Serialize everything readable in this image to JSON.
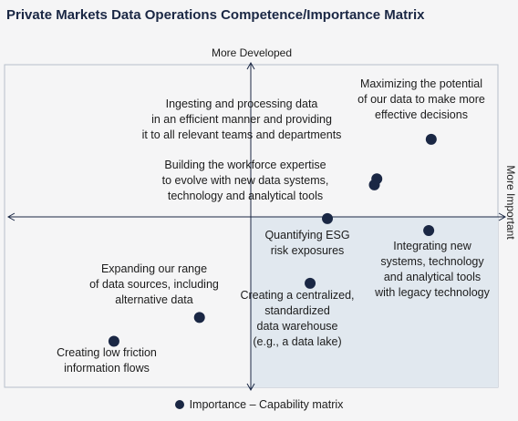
{
  "title": "Private Markets Data Operations Competence/Importance Matrix",
  "chart_data": {
    "type": "scatter",
    "x_axis_label": "More Important",
    "y_axis_label": "More Developed",
    "xlim": [
      -1,
      1
    ],
    "ylim": [
      -1,
      1
    ],
    "legend": {
      "label": "Importance – Capability matrix",
      "position": "bottom"
    },
    "colors": {
      "point": "#1a2744",
      "highlight_quadrant": "#e1e8ef",
      "axis": "#1a2744"
    },
    "points": [
      {
        "label": [
          "Maximizing the potential",
          "of our data to make more",
          "effective decisions"
        ],
        "x": 0.73,
        "y": 0.51
      },
      {
        "label": [
          "Ingesting and processing data",
          "in an efficient manner and providing",
          "it to all relevant teams and departments"
        ],
        "x": 0.51,
        "y": 0.25
      },
      {
        "label": [
          "Building the workforce expertise",
          "to evolve with new data systems,",
          "technology and analytical tools"
        ],
        "x": 0.5,
        "y": 0.21
      },
      {
        "label": [
          "Quantifying ESG",
          "risk exposures"
        ],
        "x": 0.31,
        "y": -0.01
      },
      {
        "label": [
          "Integrating new",
          "systems, technology",
          "and analytical tools",
          "with legacy technology"
        ],
        "x": 0.72,
        "y": -0.08
      },
      {
        "label": [
          "Creating a centralized,",
          "standardized",
          "data warehouse",
          "(e.g., a data lake)"
        ],
        "x": 0.24,
        "y": -0.39
      },
      {
        "label": [
          "Expanding our range",
          "of data sources, including",
          "alternative data"
        ],
        "x": -0.21,
        "y": -0.59
      },
      {
        "label": [
          "Creating low friction",
          "information flows"
        ],
        "x": -0.56,
        "y": -0.73
      }
    ]
  }
}
